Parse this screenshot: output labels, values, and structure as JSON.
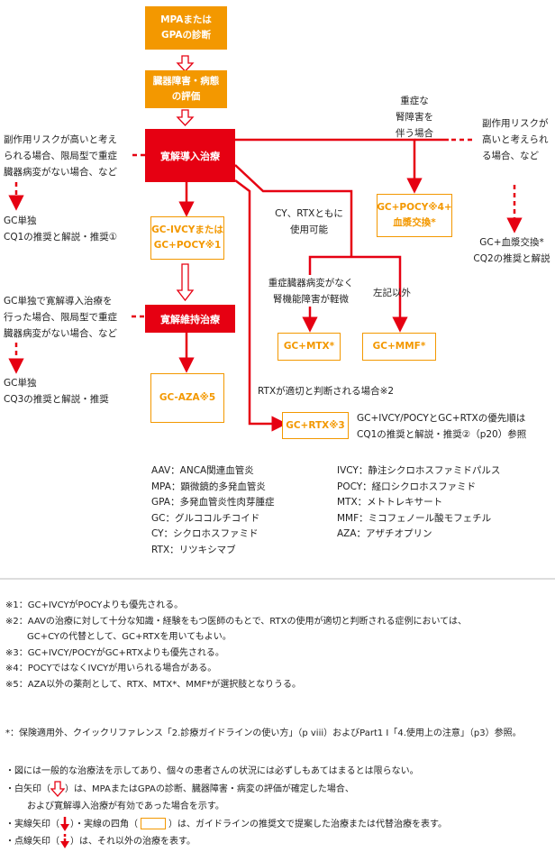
{
  "nodes": {
    "mpa_gpa": [
      "MPAまたは",
      "GPAの診断"
    ],
    "organ": [
      "臓器障害・病態",
      "の評価"
    ],
    "induction": "寛解導入治療",
    "ivcy_pocy1": [
      "GC-IVCYまたは",
      "GC+POCY※1"
    ],
    "maintenance": "寛解維持治療",
    "aza5": "GC-AZA※5",
    "mtx": "GC+MTX*",
    "mmf": "GC+MMF*",
    "rtx3": "GC+RTX※3",
    "pocy4": [
      "GC+POCY※4+",
      "血漿交換*"
    ]
  },
  "labels": {
    "left1": [
      "副作用リスクが高いと考え",
      "られる場合、限局型で重症",
      "臓器病変がない場合、など"
    ],
    "left1_result": [
      "GC単独",
      "CQ1の推奨と解説・推奨①"
    ],
    "left2": [
      "GC単独で寛解導入治療を",
      "行った場合、限局型で重症",
      "臓器病変がない場合、など"
    ],
    "left2_result": [
      "GC単独",
      "CQ3の推奨と解説・推奨"
    ],
    "severe_renal": [
      "重症な",
      "腎障害を",
      "伴う場合"
    ],
    "right_risk": [
      "副作用リスクが",
      "高いと考えられ",
      "る場合、など"
    ],
    "plasma_result": [
      "GC+血漿交換*",
      "CQ2の推奨と解説"
    ],
    "cy_rtx": [
      "CY、RTXともに",
      "使用可能"
    ],
    "no_severe": [
      "重症臓器病変がなく",
      "腎機能障害が軽微"
    ],
    "other": "左記以外",
    "rtx_note": "RTXが適切と判断される場合※2",
    "priority": [
      "GC+IVCY/POCYとGC+RTXの優先順は",
      "CQ1の推奨と解説・推奨②（p20）参照"
    ]
  },
  "abbreviations": {
    "left": [
      "AAV：ANCA関連血管炎",
      "MPA：顕微鏡的多発血管炎",
      "GPA：多発血管炎性肉芽腫症",
      "GC：グルココルチコイド",
      "CY：シクロホスファミド",
      "RTX：リツキシマブ"
    ],
    "right": [
      "IVCY：静注シクロホスファミドパルス",
      "POCY：経口シクロホスファミド",
      "MTX：メトトレキサート",
      "MMF：ミコフェノール酸モフェチル",
      "AZA：アザチオプリン"
    ]
  },
  "notes": {
    "n1": "※1：GC+IVCYがPOCYよりも優先される。",
    "n2a": "※2：AAVの治療に対して十分な知識・経験をもつ医師のもとで、RTXの使用が適切と判断される症例においては、",
    "n2b": "GC+CYの代替として、GC+RTXを用いてもよい。",
    "n3": "※3：GC+IVCY/POCYがGC+RTXよりも優先される。",
    "n4": "※4：POCYではなくIVCYが用いられる場合がある。",
    "n5": "※5：AZA以外の薬剤として、RTX、MTX*、MMF*が選択肢となりうる。",
    "star": "*：保険適用外、クイックリファレンス「2.診療ガイドラインの使い方」（p viii）およびPart1 I「4.使用上の注意」（p3）参照。",
    "g1": "・図には一般的な治療法を示してあり、個々の患者さんの状況には必ずしもあてはまるとは限らない。",
    "g2a": "・白矢印（",
    "g2b": "）は、MPAまたはGPAの診断、臓器障害・病変の評価が確定した場合、",
    "g2c": "および寛解導入治療が有効であった場合を示す。",
    "g3a": "・実線矢印（",
    "g3b": "）・実線の四角（",
    "g3c": "）は、ガイドラインの推奨文で提案した治療または代替治療を表す。",
    "g4a": "・点線矢印（",
    "g4b": "）は、それ以外の治療を表す。"
  },
  "colors": {
    "orange": "#f39800",
    "red": "#e60012"
  }
}
